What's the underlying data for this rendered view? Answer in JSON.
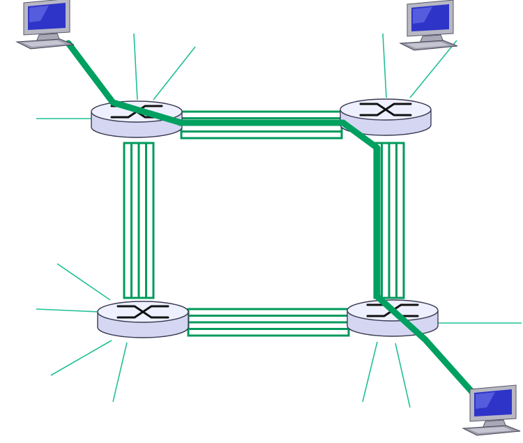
{
  "colors": {
    "link_green": "#009a5c",
    "path_green": "#00a060",
    "stub_teal": "#1fbf95",
    "router_top": "#eef0ff",
    "router_side": "#d4d6f2",
    "router_outline": "#3a3a52",
    "screen_blue": "#2f34c8",
    "monitor_gray": "#b8b8c4"
  },
  "icons": {
    "router": "router-switch-icon",
    "host": "desktop-computer-icon"
  },
  "routers": [
    {
      "id": "router-top-left"
    },
    {
      "id": "router-top-right"
    },
    {
      "id": "router-bottom-left"
    },
    {
      "id": "router-bottom-right"
    }
  ],
  "hosts": [
    {
      "id": "host-top-left"
    },
    {
      "id": "host-top-right"
    },
    {
      "id": "host-bottom-right"
    }
  ],
  "links": [
    {
      "id": "link-top",
      "from": "router-top-left",
      "to": "router-top-right",
      "circuits": 4
    },
    {
      "id": "link-left",
      "from": "router-top-left",
      "to": "router-bottom-left",
      "circuits": 4
    },
    {
      "id": "link-right",
      "from": "router-top-right",
      "to": "router-bottom-right",
      "circuits": 4
    },
    {
      "id": "link-bottom",
      "from": "router-bottom-left",
      "to": "router-bottom-right",
      "circuits": 4
    }
  ],
  "dedicated_path": [
    "host-top-left",
    "router-top-left",
    "router-top-right",
    "router-bottom-right",
    "host-bottom-right"
  ]
}
